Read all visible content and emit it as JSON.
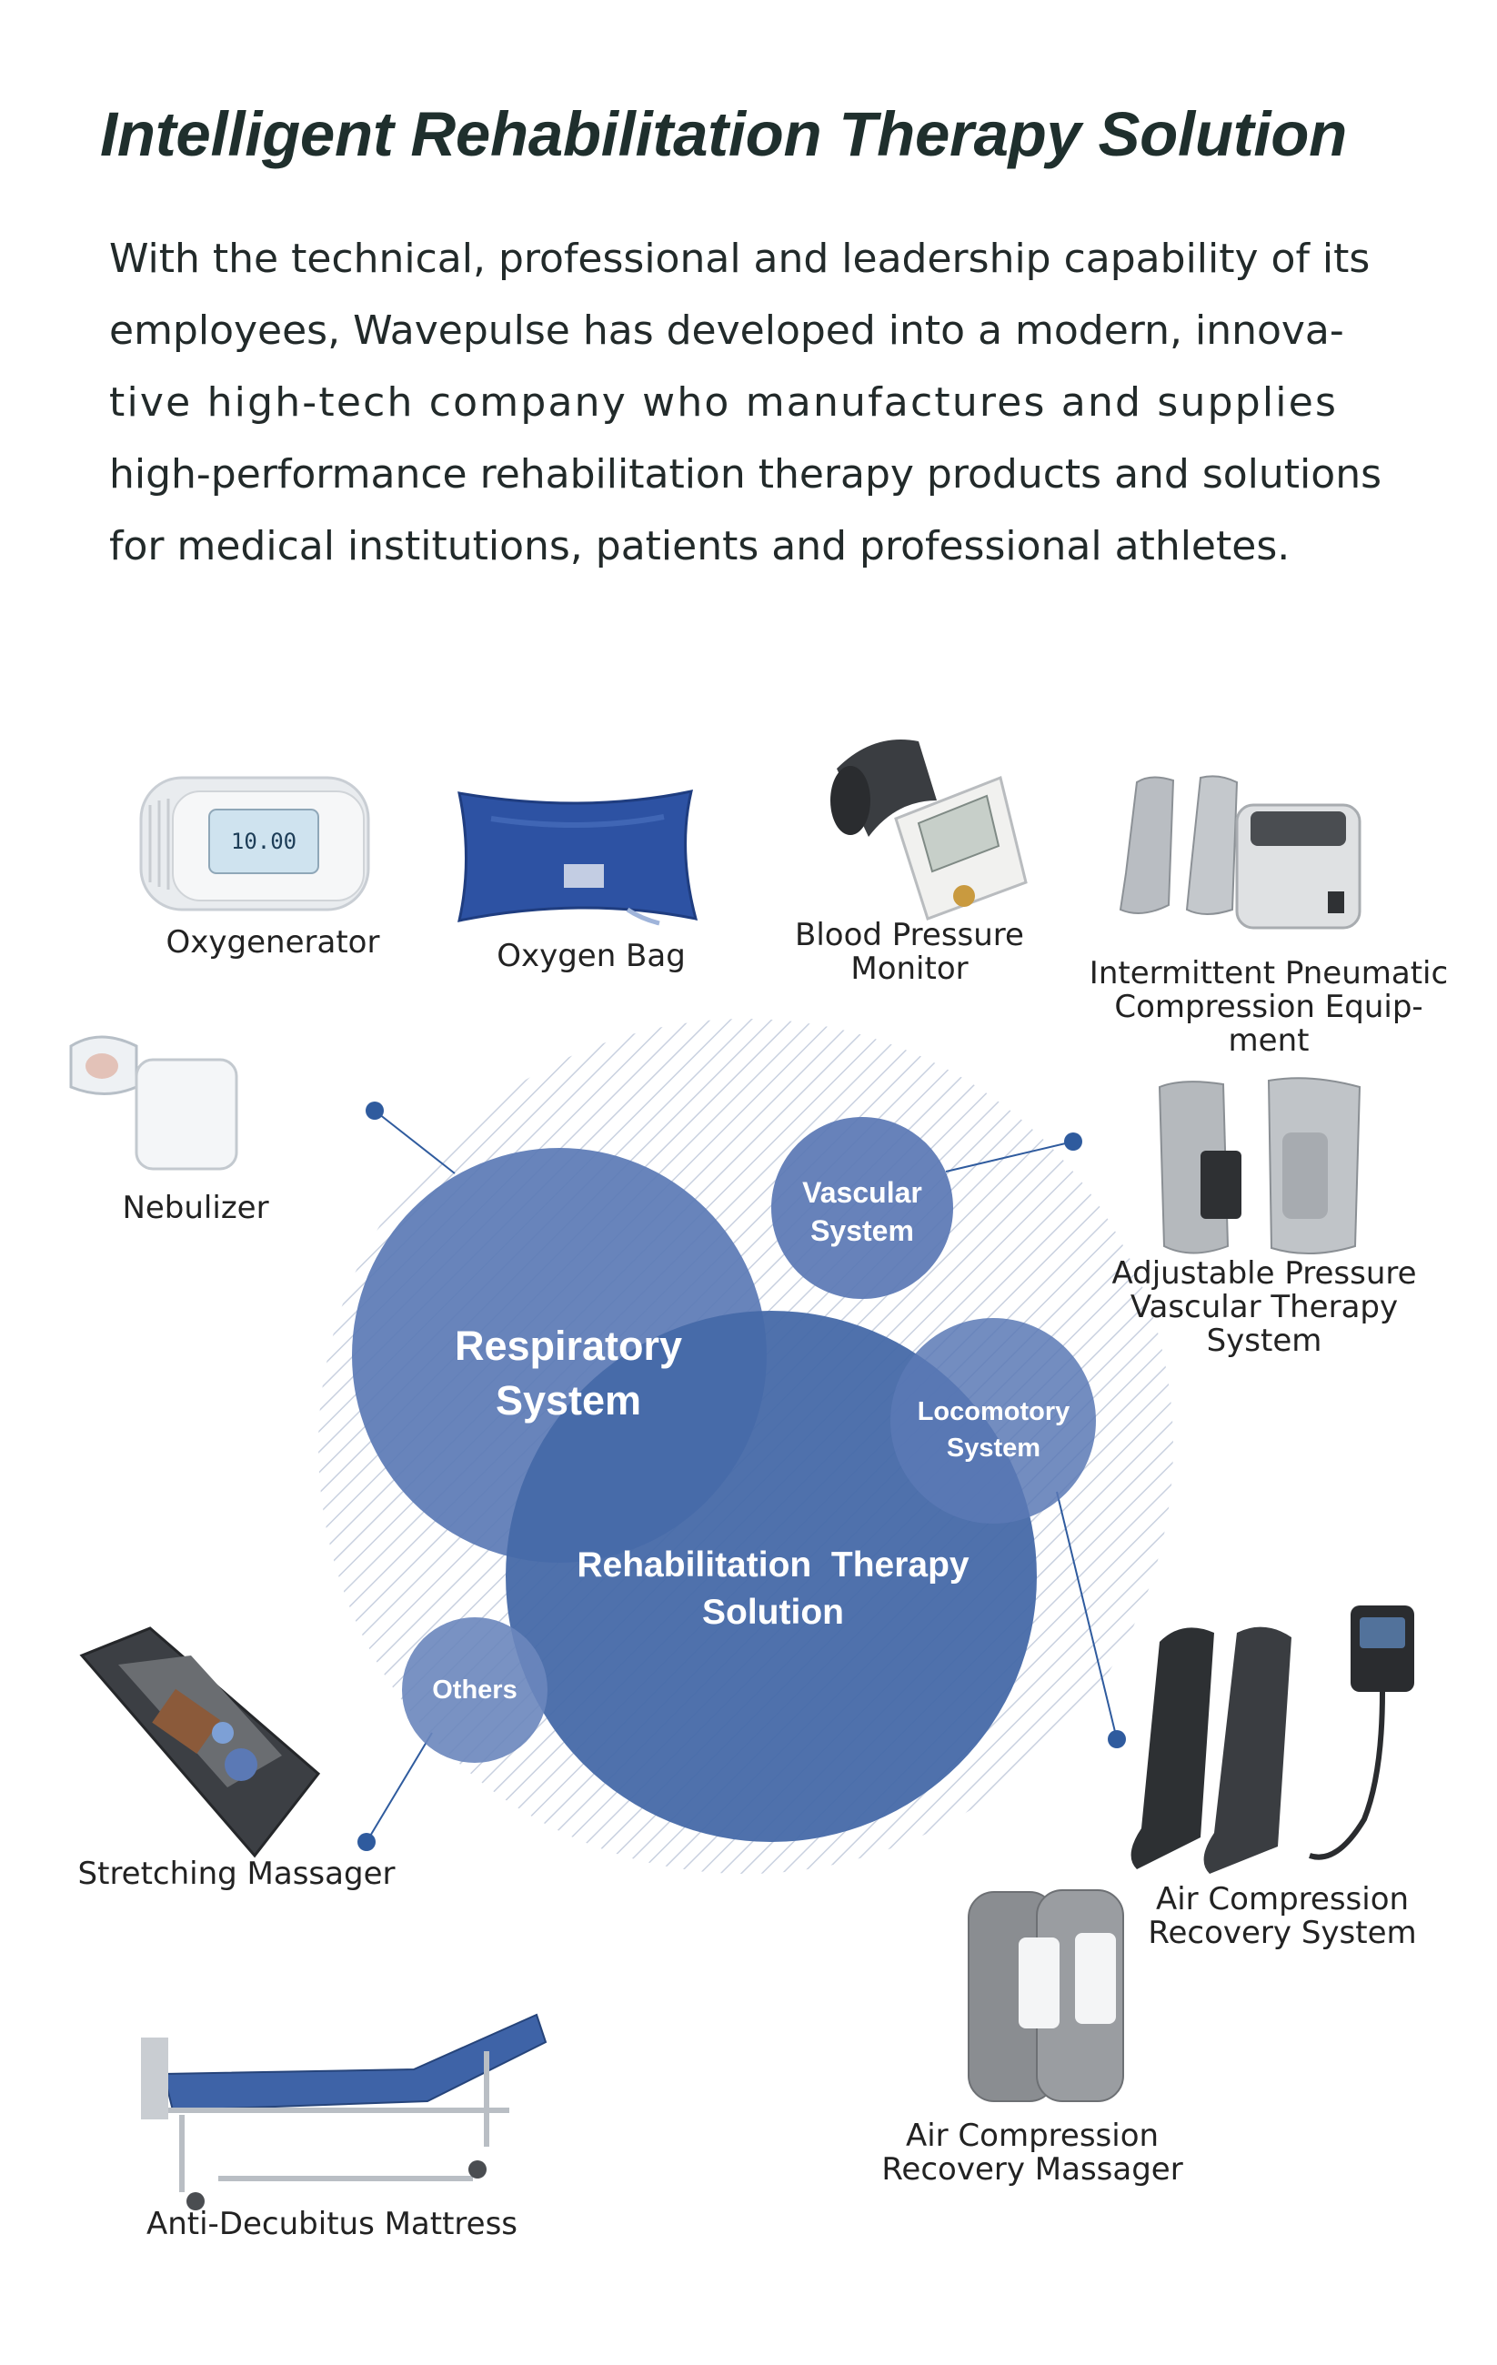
{
  "header": {
    "title": "Intelligent Rehabilitation Therapy Solution",
    "intro_lines": [
      "With the technical, professional and leadership capability of its",
      "employees, Wavepulse has developed into a modern, innova-",
      "tive high-tech company who manufactures and supplies",
      "high-performance rehabilitation therapy products and solutions",
      "for medical institutions, patients and professional athletes."
    ]
  },
  "center": {
    "label_line1": "Rehabilitation  Therapy",
    "label_line2": "Solution"
  },
  "categories": {
    "respiratory": {
      "line1": "Respiratory",
      "line2": "System"
    },
    "vascular": {
      "line1": "Vascular",
      "line2": "System"
    },
    "locomotory": {
      "line1": "Locomotory",
      "line2": "System"
    },
    "others": {
      "line1": "Others"
    }
  },
  "products": {
    "oxygenerator": {
      "lines": [
        "Oxygenerator"
      ],
      "display": "10.00"
    },
    "oxygen_bag": {
      "lines": [
        "Oxygen Bag"
      ]
    },
    "blood_pressure_monitor": {
      "lines": [
        "Blood Pressure",
        "Monitor"
      ]
    },
    "ipc_equipment": {
      "lines": [
        "Intermittent Pneumatic",
        "Compression Equip-",
        "ment"
      ]
    },
    "nebulizer": {
      "lines": [
        "Nebulizer"
      ]
    },
    "adjustable_pressure": {
      "lines": [
        "Adjustable Pressure",
        "Vascular Therapy",
        "System"
      ]
    },
    "stretching_massager": {
      "lines": [
        "Stretching Massager"
      ]
    },
    "air_compression_system": {
      "lines": [
        "Air Compression",
        "Recovery System"
      ]
    },
    "air_compression_massager": {
      "lines": [
        "Air Compression",
        "Recovery Massager"
      ]
    },
    "anti_decubitus": {
      "lines": [
        "Anti-Decubitus Mattress"
      ]
    }
  },
  "colors": {
    "circle_main": "#4669a8",
    "circle_light": "#5b79b5",
    "connector": "#2f5b9e",
    "hatch": "#c9d1e0"
  }
}
